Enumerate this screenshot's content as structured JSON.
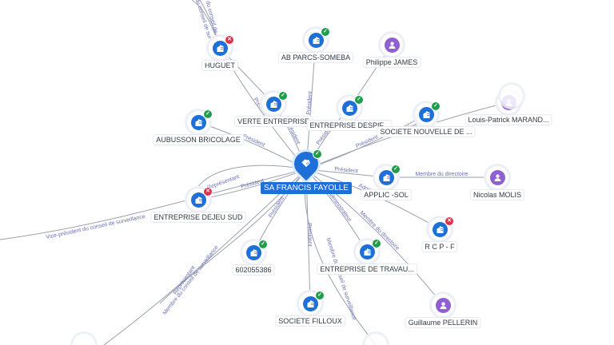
{
  "center": {
    "name": "SA FRANCIS FAYOLLE",
    "kind": "company",
    "status": "ok"
  },
  "nodes": [
    {
      "id": "huguet",
      "name": "HUGUET",
      "kind": "company",
      "status": "ko"
    },
    {
      "id": "ab-parcs",
      "name": "AB PARCS-SOMEBA",
      "kind": "company",
      "status": "ok"
    },
    {
      "id": "philippe",
      "name": "Philippe JAMES",
      "kind": "person",
      "status": ""
    },
    {
      "id": "verte",
      "name": "VERTE ENTREPRISE",
      "kind": "company",
      "status": "ok"
    },
    {
      "id": "despif",
      "name": "ENTREPRISE DESPIF...",
      "kind": "company",
      "status": "ok"
    },
    {
      "id": "nouvelle",
      "name": "SOCIETE NOUVELLE DE ...",
      "kind": "company",
      "status": "ok"
    },
    {
      "id": "louis",
      "name": "Louis-Patrick MARAND...",
      "kind": "person",
      "status": ""
    },
    {
      "id": "aubusson",
      "name": "AUBUSSON BRICOLAGE",
      "kind": "company",
      "status": "ok"
    },
    {
      "id": "applic",
      "name": "APPLIC -SOL",
      "kind": "company",
      "status": "ok"
    },
    {
      "id": "nicolas",
      "name": "Nicolas MOLIS",
      "kind": "person",
      "status": ""
    },
    {
      "id": "dejeu",
      "name": "ENTREPRISE DEJEU SUD",
      "kind": "company",
      "status": "ko"
    },
    {
      "id": "rcpf",
      "name": "R C P - F",
      "kind": "company",
      "status": "ko"
    },
    {
      "id": "n602",
      "name": "602055386",
      "kind": "company",
      "status": "ok"
    },
    {
      "id": "travau",
      "name": "ENTREPRISE DE TRAVAU...",
      "kind": "company",
      "status": "ok"
    },
    {
      "id": "guillaume",
      "name": "Guillaume PELLERIN",
      "kind": "person",
      "status": ""
    },
    {
      "id": "filloux",
      "name": "SOCIETE FILLOUX",
      "kind": "company",
      "status": "ok"
    }
  ],
  "edge_labels": [
    "Président",
    "Président",
    "Président",
    "Président",
    "Président",
    "Président",
    "Président",
    "Président",
    "Président",
    "Président",
    "Administrateur",
    "Membre du directoire",
    "Vice-président du conseil de surveillance",
    "Membre du conseil de surveillance",
    "Représentant",
    "Membre du directoire",
    "Représentant",
    "Administrateur",
    "Président du conseil de surveillance",
    "Membre du conseil de surveillance",
    "Président",
    "Vice-président du conseil de surveillance"
  ],
  "colors": {
    "company": "#1f6fd8",
    "person": "#8f5fd3",
    "ok": "#1e9e4a",
    "ko": "#e0314b",
    "edge": "#9aa0ad",
    "edge_label": "#6a6fb8"
  },
  "icons": {
    "company": "building-icon",
    "person": "person-icon",
    "ok": "check-icon",
    "ko": "cross-icon"
  }
}
